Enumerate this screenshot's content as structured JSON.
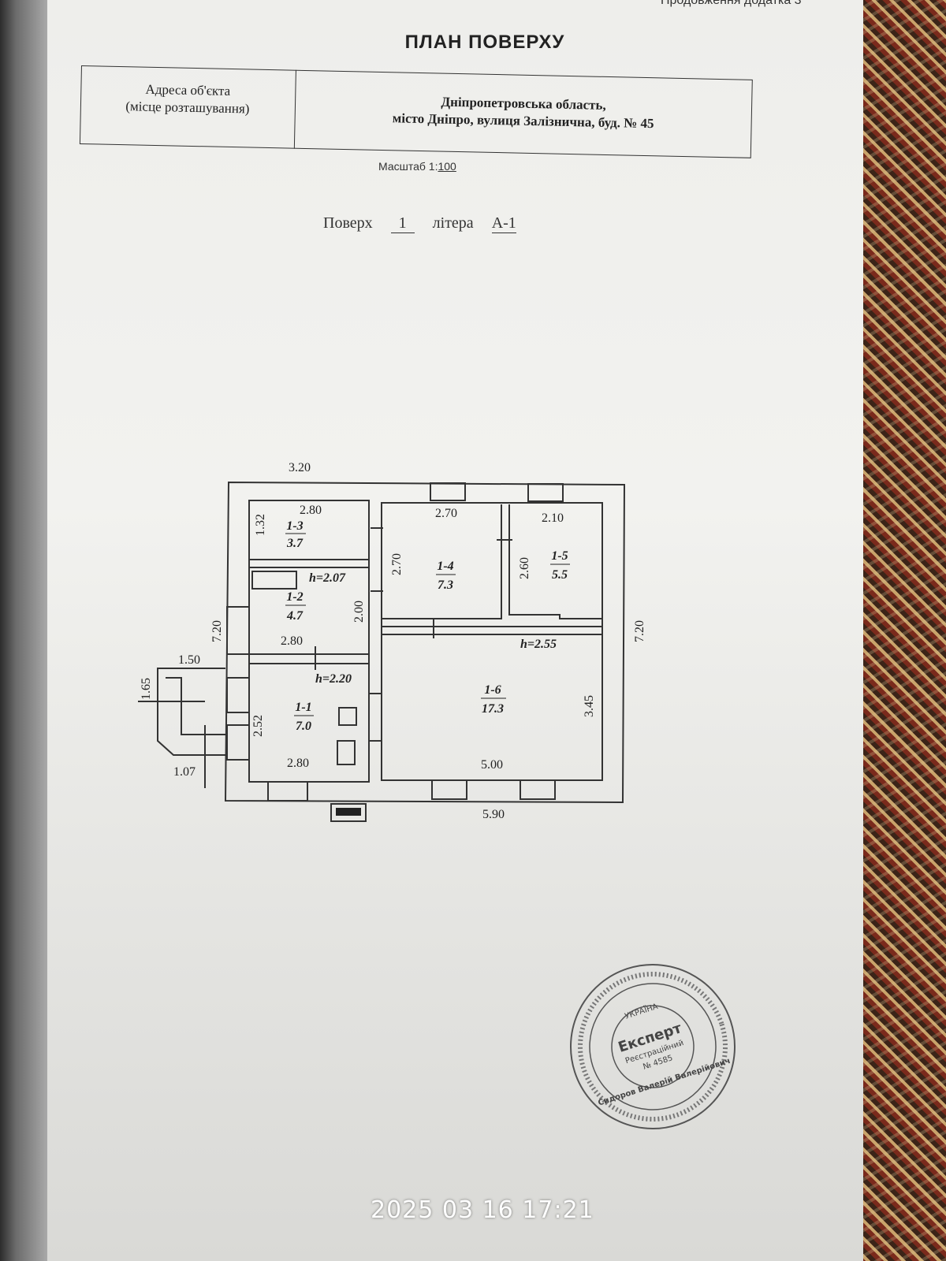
{
  "header_note": "Продовження додатка 3",
  "title": "ПЛАН ПОВЕРХУ",
  "address": {
    "label_line1": "Адреса об'єкта",
    "label_line2": "(місце розташування)",
    "value_line1": "Дніпропетровська область,",
    "value_line2": "місто Дніпро, вулиця Залізнична, буд. № 45"
  },
  "scale": {
    "label": "Масштаб 1:",
    "value": "100"
  },
  "floor": {
    "label": "Поверх",
    "number": "1",
    "letter_label": "літера",
    "letter": "А-1"
  },
  "plan": {
    "rooms": [
      {
        "id": "1-1",
        "area": "7.0"
      },
      {
        "id": "1-2",
        "area": "4.7"
      },
      {
        "id": "1-3",
        "area": "3.7"
      },
      {
        "id": "1-4",
        "area": "7.3"
      },
      {
        "id": "1-5",
        "area": "5.5"
      },
      {
        "id": "1-6",
        "area": "17.3"
      }
    ],
    "dimensions": {
      "top": "3.20",
      "r13_w": "2.80",
      "r13_h": "1.32",
      "r14_w": "2.70",
      "r14_h": "2.70",
      "r15_w": "2.10",
      "r15_h": "2.60",
      "r12_w": "2.80",
      "r12_h": "2.00",
      "r11_w": "2.80",
      "r11_h": "2.52",
      "r16_w": "5.00",
      "r16_h": "3.45",
      "left": "7.20",
      "right": "7.20",
      "bottom": "5.90",
      "porch_w": "1.50",
      "porch_h": "1.65",
      "porch_b": "1.07"
    },
    "heights": {
      "h1": "h=2.07",
      "h2": "h=2.20",
      "h3": "h=2.55"
    }
  },
  "stamp": {
    "center_line1": "Експерт",
    "center_line2": "Реєстраційний",
    "center_line3": "№ 4585",
    "name": "Сидоров Валерій Валерійович",
    "country": "УКРАЇНА"
  },
  "timestamp": "2025 03 16 17:21"
}
